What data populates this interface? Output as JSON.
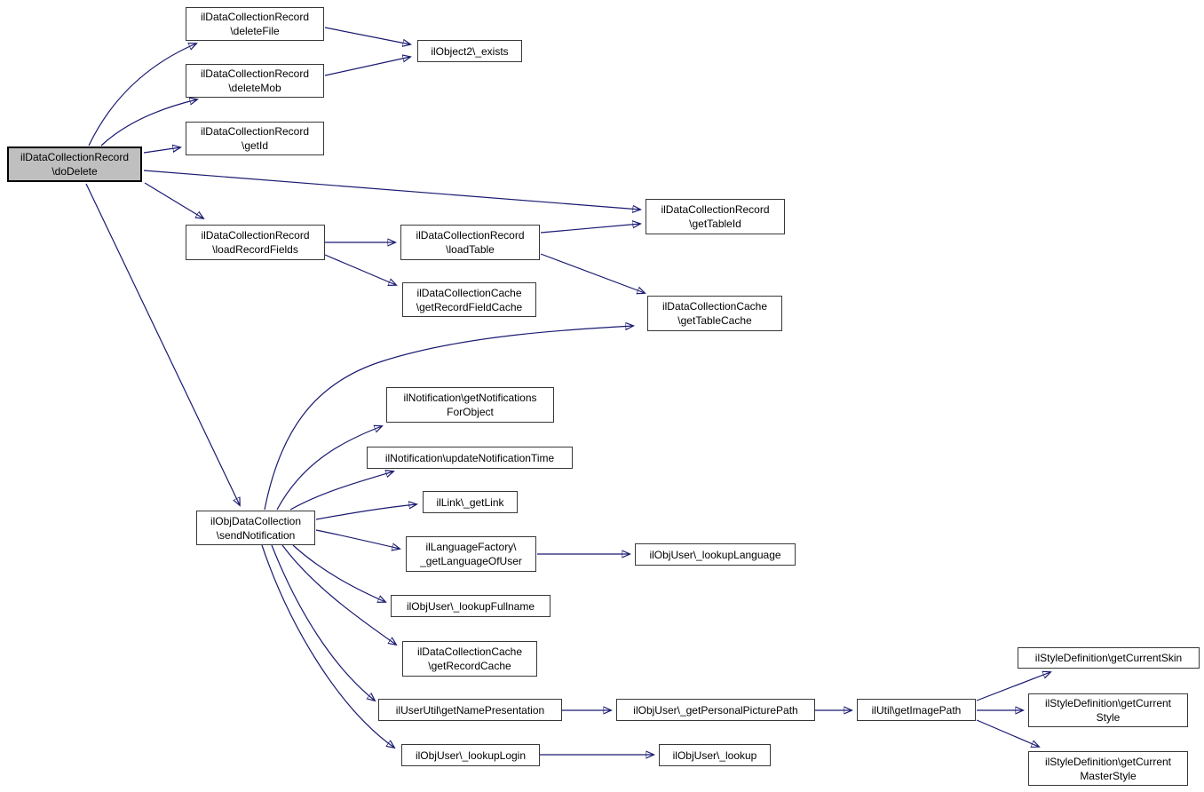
{
  "diagram": {
    "type": "call-graph",
    "colors": {
      "edge": "#191970",
      "node_border": "#383838",
      "node_fill": "#ffffff",
      "highlight_fill": "#bfbfbf",
      "text": "#000000",
      "background": "#ffffff"
    },
    "nodes": [
      {
        "id": "doDelete",
        "label": "ilDataCollectionRecord\n\\doDelete",
        "highlighted": true
      },
      {
        "id": "deleteFile",
        "label": "ilDataCollectionRecord\n\\deleteFile",
        "highlighted": false
      },
      {
        "id": "deleteMob",
        "label": "ilDataCollectionRecord\n\\deleteMob",
        "highlighted": false
      },
      {
        "id": "getId",
        "label": "ilDataCollectionRecord\n\\getId",
        "highlighted": false
      },
      {
        "id": "object2Exists",
        "label": "ilObject2\\_exists",
        "highlighted": false
      },
      {
        "id": "loadRecordFields",
        "label": "ilDataCollectionRecord\n\\loadRecordFields",
        "highlighted": false
      },
      {
        "id": "loadTable",
        "label": "ilDataCollectionRecord\n\\loadTable",
        "highlighted": false
      },
      {
        "id": "getRecordFieldCache",
        "label": "ilDataCollectionCache\n\\getRecordFieldCache",
        "highlighted": false
      },
      {
        "id": "getTableId",
        "label": "ilDataCollectionRecord\n\\getTableId",
        "highlighted": false
      },
      {
        "id": "getTableCache",
        "label": "ilDataCollectionCache\n\\getTableCache",
        "highlighted": false
      },
      {
        "id": "sendNotification",
        "label": "ilObjDataCollection\n\\sendNotification",
        "highlighted": false
      },
      {
        "id": "getNotificationsForObject",
        "label": "ilNotification\\getNotifications\nForObject",
        "highlighted": false
      },
      {
        "id": "updateNotificationTime",
        "label": "ilNotification\\updateNotificationTime",
        "highlighted": false
      },
      {
        "id": "getLink",
        "label": "ilLink\\_getLink",
        "highlighted": false
      },
      {
        "id": "getLanguageOfUser",
        "label": "ilLanguageFactory\\\n_getLanguageOfUser",
        "highlighted": false
      },
      {
        "id": "lookupLanguage",
        "label": "ilObjUser\\_lookupLanguage",
        "highlighted": false
      },
      {
        "id": "lookupFullname",
        "label": "ilObjUser\\_lookupFullname",
        "highlighted": false
      },
      {
        "id": "getRecordCache",
        "label": "ilDataCollectionCache\n\\getRecordCache",
        "highlighted": false
      },
      {
        "id": "getNamePresentation",
        "label": "ilUserUtil\\getNamePresentation",
        "highlighted": false
      },
      {
        "id": "getPersonalPicturePath",
        "label": "ilObjUser\\_getPersonalPicturePath",
        "highlighted": false
      },
      {
        "id": "getImagePath",
        "label": "ilUtil\\getImagePath",
        "highlighted": false
      },
      {
        "id": "lookupLogin",
        "label": "ilObjUser\\_lookupLogin",
        "highlighted": false
      },
      {
        "id": "lookup",
        "label": "ilObjUser\\_lookup",
        "highlighted": false
      },
      {
        "id": "getCurrentSkin",
        "label": "ilStyleDefinition\\getCurrentSkin",
        "highlighted": false
      },
      {
        "id": "getCurrentStyle",
        "label": "ilStyleDefinition\\getCurrent\nStyle",
        "highlighted": false
      },
      {
        "id": "getCurrentMasterStyle",
        "label": "ilStyleDefinition\\getCurrent\nMasterStyle",
        "highlighted": false
      }
    ],
    "edges": [
      {
        "from": "doDelete",
        "to": "deleteFile"
      },
      {
        "from": "doDelete",
        "to": "deleteMob"
      },
      {
        "from": "doDelete",
        "to": "getId"
      },
      {
        "from": "doDelete",
        "to": "getTableId"
      },
      {
        "from": "doDelete",
        "to": "loadRecordFields"
      },
      {
        "from": "doDelete",
        "to": "sendNotification"
      },
      {
        "from": "deleteFile",
        "to": "object2Exists"
      },
      {
        "from": "deleteMob",
        "to": "object2Exists"
      },
      {
        "from": "loadRecordFields",
        "to": "loadTable"
      },
      {
        "from": "loadRecordFields",
        "to": "getRecordFieldCache"
      },
      {
        "from": "loadTable",
        "to": "getTableId"
      },
      {
        "from": "loadTable",
        "to": "getTableCache"
      },
      {
        "from": "sendNotification",
        "to": "getTableCache"
      },
      {
        "from": "sendNotification",
        "to": "getNotificationsForObject"
      },
      {
        "from": "sendNotification",
        "to": "updateNotificationTime"
      },
      {
        "from": "sendNotification",
        "to": "getLink"
      },
      {
        "from": "sendNotification",
        "to": "getLanguageOfUser"
      },
      {
        "from": "sendNotification",
        "to": "lookupFullname"
      },
      {
        "from": "sendNotification",
        "to": "getRecordCache"
      },
      {
        "from": "sendNotification",
        "to": "getNamePresentation"
      },
      {
        "from": "sendNotification",
        "to": "lookupLogin"
      },
      {
        "from": "getLanguageOfUser",
        "to": "lookupLanguage"
      },
      {
        "from": "getNamePresentation",
        "to": "getPersonalPicturePath"
      },
      {
        "from": "getPersonalPicturePath",
        "to": "getImagePath"
      },
      {
        "from": "getImagePath",
        "to": "getCurrentSkin"
      },
      {
        "from": "getImagePath",
        "to": "getCurrentStyle"
      },
      {
        "from": "getImagePath",
        "to": "getCurrentMasterStyle"
      },
      {
        "from": "lookupLogin",
        "to": "lookup"
      }
    ]
  }
}
